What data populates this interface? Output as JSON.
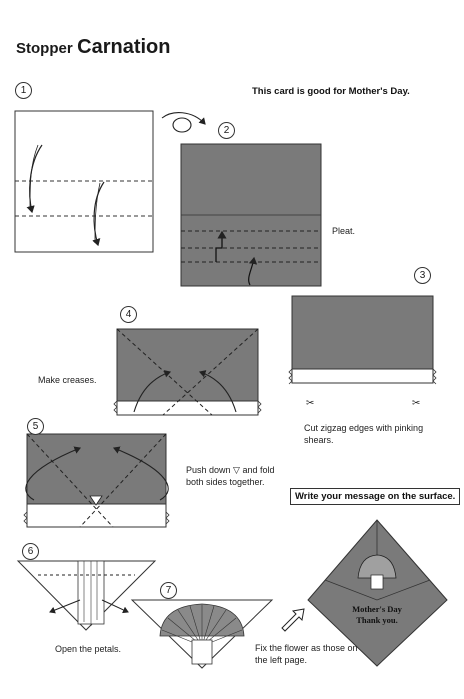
{
  "title": {
    "prefix": "Stopper",
    "main": "Carnation"
  },
  "intro": "This card is good for Mother's Day.",
  "steps": [
    "1",
    "2",
    "3",
    "4",
    "5",
    "6",
    "7"
  ],
  "notes": {
    "pleat": "Pleat.",
    "make_creases": "Make creases.",
    "cut_zigzag": "Cut zigzag edges with pinking shears.",
    "push_down": "Push down ▽ and fold both sides together.",
    "write_message": "Write your message on the surface.",
    "open_petals": "Open the petals.",
    "fix_flower": "Fix the flower as those on the left page."
  },
  "card": {
    "line1": "Mother's Day",
    "line2": "Thank you."
  },
  "colors": {
    "paper_gray": "#7a7a7a",
    "line": "#333333"
  }
}
